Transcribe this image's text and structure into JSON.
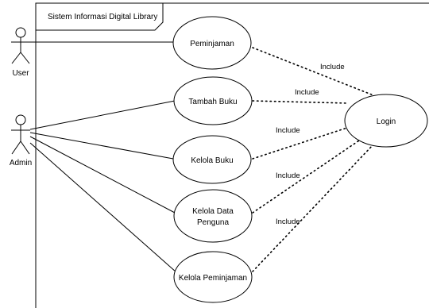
{
  "system": {
    "title": "Sistem Informasi Digital Library"
  },
  "actors": {
    "user": {
      "label": "User"
    },
    "admin": {
      "label": "Admin"
    }
  },
  "use_cases": {
    "peminjaman": {
      "lines": [
        "Peminjaman"
      ]
    },
    "tambah_buku": {
      "lines": [
        "Tambah Buku"
      ]
    },
    "kelola_buku": {
      "lines": [
        "Kelola Buku"
      ]
    },
    "kelola_data_pengguna": {
      "lines": [
        "Kelola Data",
        "Penguna"
      ]
    },
    "kelola_peminjaman": {
      "lines": [
        "Kelola Peminjaman"
      ]
    },
    "login": {
      "lines": [
        "Login"
      ]
    }
  },
  "relations": {
    "include_1": "Include",
    "include_2": "Include",
    "include_3": "Include",
    "include_4": "Include",
    "include_5": "Include"
  }
}
